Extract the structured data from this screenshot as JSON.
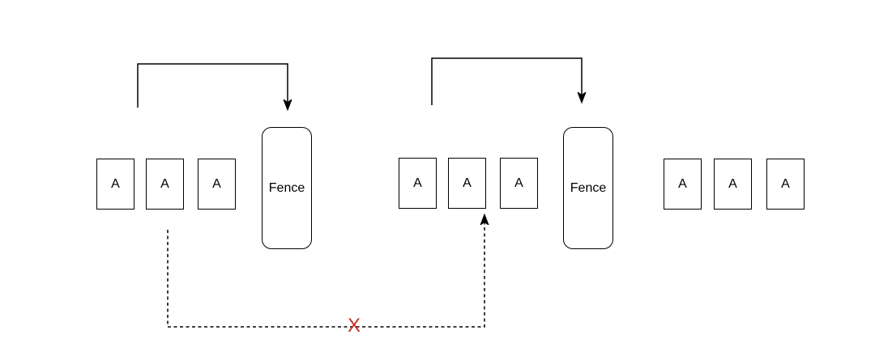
{
  "diagram": {
    "groups": [
      {
        "items": [
          "A",
          "A",
          "A"
        ],
        "fence": "Fence"
      },
      {
        "items": [
          "A",
          "A",
          "A"
        ],
        "fence": "Fence"
      },
      {
        "items": [
          "A",
          "A",
          "A"
        ]
      }
    ],
    "forbidden_marker": {
      "label": "X",
      "color": "#CB2F24"
    },
    "colors": {
      "line": "#000000",
      "box_border": "#000000",
      "box_fill": "#FFFFFF",
      "background": "#FFFFFF"
    }
  }
}
